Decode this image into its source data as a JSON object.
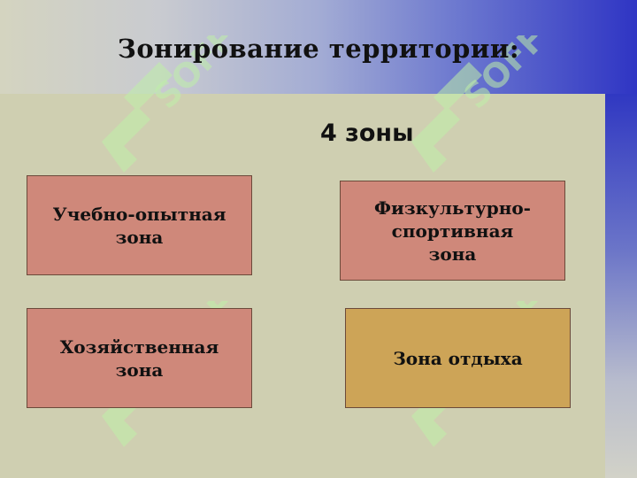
{
  "slide": {
    "title": "Зонирование территории:",
    "subtitle": "4 зоны"
  },
  "zones": [
    {
      "lines": [
        "Учебно-опытная",
        "зона"
      ],
      "color": "#cf887a"
    },
    {
      "lines": [
        "Физкультурно-",
        "спортивная",
        "зона"
      ],
      "color": "#cf887a"
    },
    {
      "lines": [
        "Хозяйственная",
        "зона"
      ],
      "color": "#cf887a"
    },
    {
      "lines": [
        "Зона отдыха"
      ],
      "color": "#cda457"
    }
  ],
  "watermark": {
    "text": "SOFF",
    "icon": "soff-logo-icon",
    "color": "#bff0a8"
  }
}
